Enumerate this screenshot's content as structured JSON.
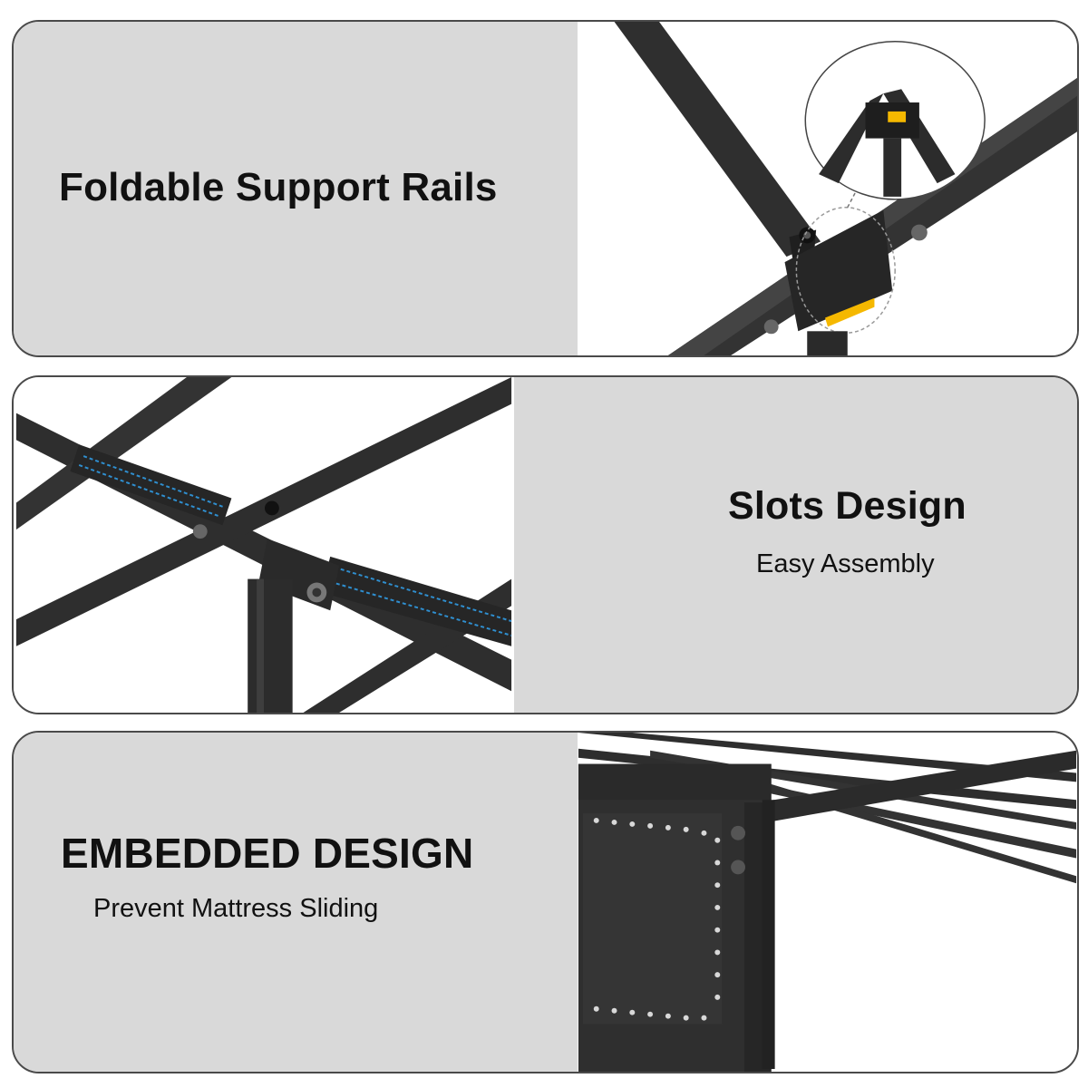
{
  "panels": [
    {
      "title": "Foldable Support Rails",
      "subtitle": ""
    },
    {
      "title": "Slots Design",
      "subtitle": "Easy Assembly"
    },
    {
      "title": "EMBEDDED DESIGN",
      "subtitle": "Prevent Mattress Sliding"
    }
  ],
  "colors": {
    "panel_bg": "#d9d9d9",
    "frame_metal": "#2e2e2e",
    "stitch": "#2f8fd0",
    "warning_label": "#f5b800"
  }
}
